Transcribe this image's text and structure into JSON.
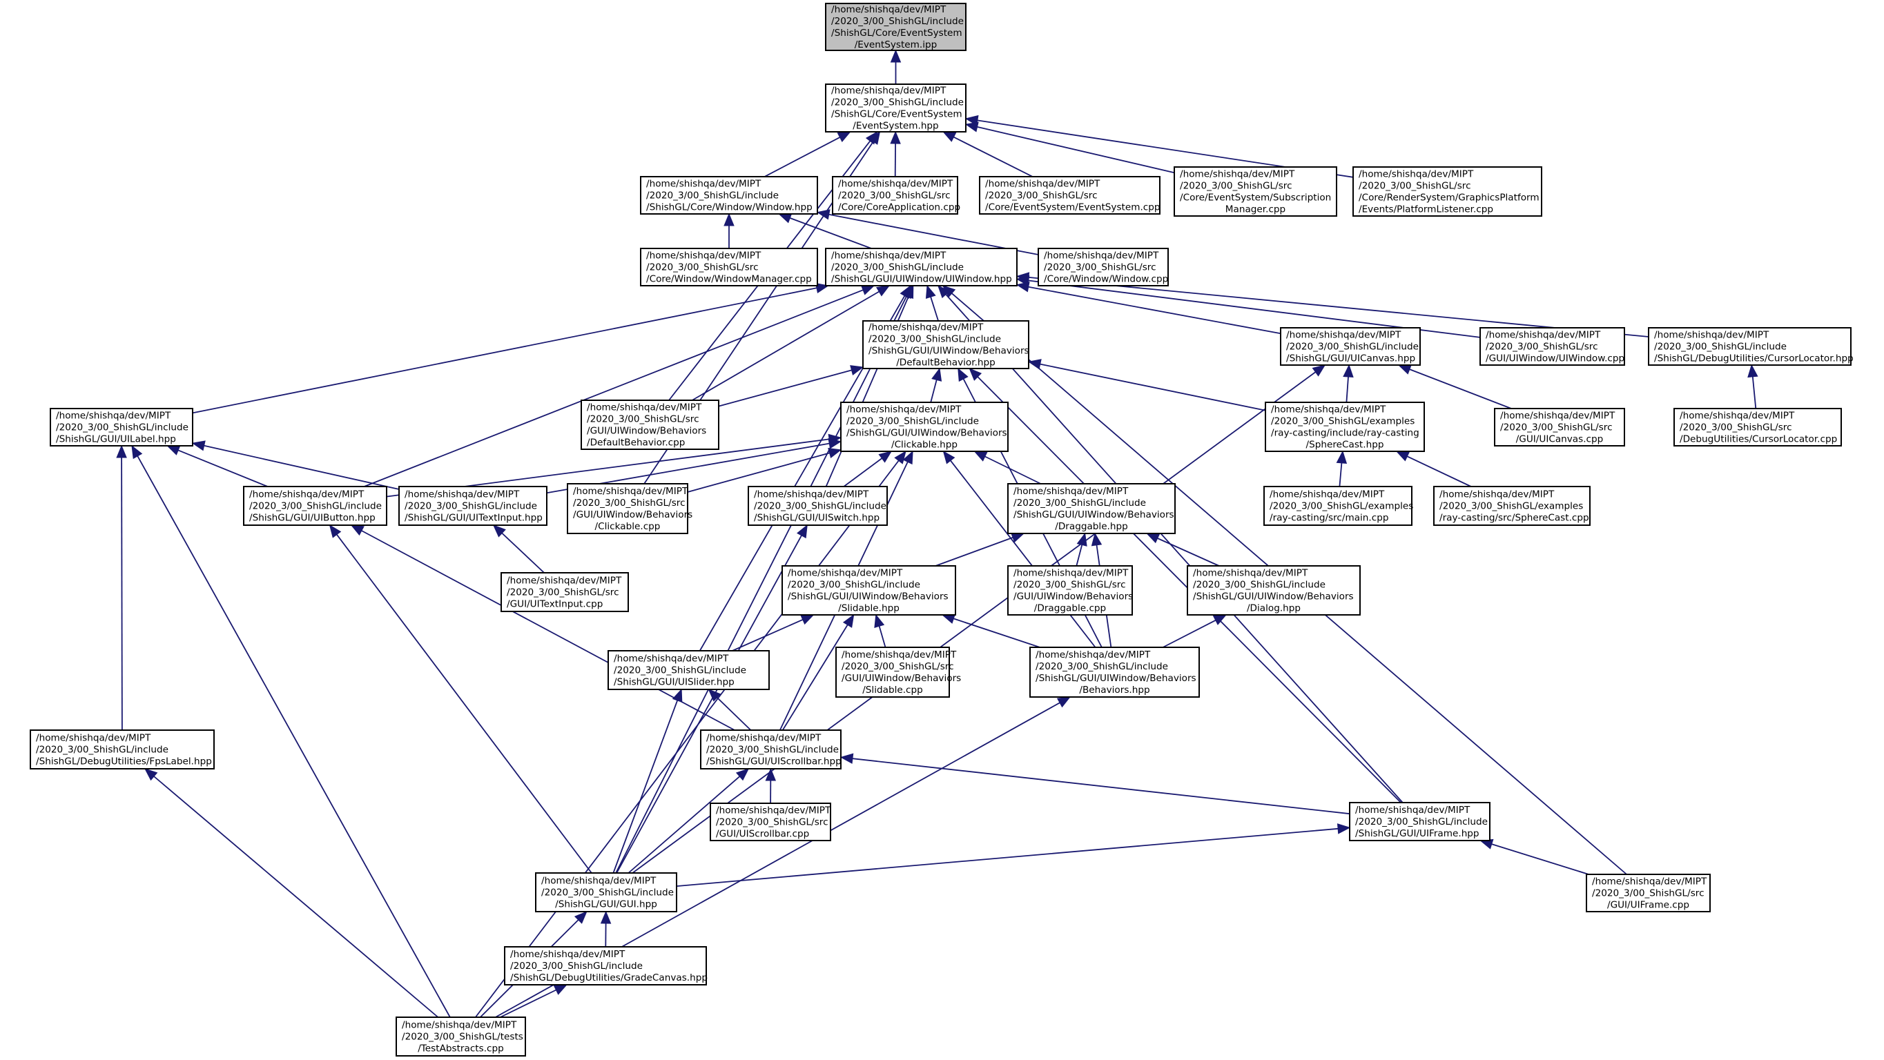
{
  "graph": {
    "title": "Include dependency graph for EventSystem.ipp",
    "kind": "included-by graph",
    "colors": {
      "edge": "#191970",
      "node_border": "#000000",
      "node_fill": "#ffffff",
      "focus_fill": "#bfbfbf"
    },
    "nodes": [
      {
        "id": "es_ipp",
        "focus": true,
        "lines": [
          "/home/shishqa/dev/MIPT",
          "/2020_3/00_ShishGL/include",
          "/ShishGL/Core/EventSystem",
          "/EventSystem.ipp"
        ]
      },
      {
        "id": "es_hpp",
        "lines": [
          "/home/shishqa/dev/MIPT",
          "/2020_3/00_ShishGL/include",
          "/ShishGL/Core/EventSystem",
          "/EventSystem.hpp"
        ]
      },
      {
        "id": "window_hpp",
        "lines": [
          "/home/shishqa/dev/MIPT",
          "/2020_3/00_ShishGL/include",
          "/ShishGL/Core/Window/Window.hpp"
        ]
      },
      {
        "id": "coreapp_cpp",
        "lines": [
          "/home/shishqa/dev/MIPT",
          "/2020_3/00_ShishGL/src",
          "/Core/CoreApplication.cpp"
        ]
      },
      {
        "id": "es_cpp",
        "lines": [
          "/home/shishqa/dev/MIPT",
          "/2020_3/00_ShishGL/src",
          "/Core/EventSystem/EventSystem.cpp"
        ]
      },
      {
        "id": "submgr_cpp",
        "lines": [
          "/home/shishqa/dev/MIPT",
          "/2020_3/00_ShishGL/src",
          "/Core/EventSystem/Subscription",
          "Manager.cpp"
        ]
      },
      {
        "id": "platlist_cpp",
        "lines": [
          "/home/shishqa/dev/MIPT",
          "/2020_3/00_ShishGL/src",
          "/Core/RenderSystem/GraphicsPlatform",
          "/Events/PlatformListener.cpp"
        ]
      },
      {
        "id": "winmgr_cpp",
        "lines": [
          "/home/shishqa/dev/MIPT",
          "/2020_3/00_ShishGL/src",
          "/Core/Window/WindowManager.cpp"
        ]
      },
      {
        "id": "uiwindow_hpp",
        "lines": [
          "/home/shishqa/dev/MIPT",
          "/2020_3/00_ShishGL/include",
          "/ShishGL/GUI/UIWindow/UIWindow.hpp"
        ]
      },
      {
        "id": "window_cpp",
        "lines": [
          "/home/shishqa/dev/MIPT",
          "/2020_3/00_ShishGL/src",
          "/Core/Window/Window.cpp"
        ]
      },
      {
        "id": "defbeh_hpp",
        "lines": [
          "/home/shishqa/dev/MIPT",
          "/2020_3/00_ShishGL/include",
          "/ShishGL/GUI/UIWindow/Behaviors",
          "/DefaultBehavior.hpp"
        ]
      },
      {
        "id": "uicanvas_hpp",
        "lines": [
          "/home/shishqa/dev/MIPT",
          "/2020_3/00_ShishGL/include",
          "/ShishGL/GUI/UICanvas.hpp"
        ]
      },
      {
        "id": "uiwindow_cpp",
        "lines": [
          "/home/shishqa/dev/MIPT",
          "/2020_3/00_ShishGL/src",
          "/GUI/UIWindow/UIWindow.cpp"
        ]
      },
      {
        "id": "cursorloc_hpp",
        "lines": [
          "/home/shishqa/dev/MIPT",
          "/2020_3/00_ShishGL/include",
          "/ShishGL/DebugUtilities/CursorLocator.hpp"
        ]
      },
      {
        "id": "uilabel_hpp",
        "lines": [
          "/home/shishqa/dev/MIPT",
          "/2020_3/00_ShishGL/include",
          "/ShishGL/GUI/UILabel.hpp"
        ]
      },
      {
        "id": "defbeh_cpp",
        "lines": [
          "/home/shishqa/dev/MIPT",
          "/2020_3/00_ShishGL/src",
          "/GUI/UIWindow/Behaviors",
          "/DefaultBehavior.cpp"
        ]
      },
      {
        "id": "clickable_hpp",
        "lines": [
          "/home/shishqa/dev/MIPT",
          "/2020_3/00_ShishGL/include",
          "/ShishGL/GUI/UIWindow/Behaviors",
          "/Clickable.hpp"
        ]
      },
      {
        "id": "spherecast_hpp",
        "lines": [
          "/home/shishqa/dev/MIPT",
          "/2020_3/00_ShishGL/examples",
          "/ray-casting/include/ray-casting",
          "/SphereCast.hpp"
        ]
      },
      {
        "id": "uicanvas_cpp",
        "lines": [
          "/home/shishqa/dev/MIPT",
          "/2020_3/00_ShishGL/src",
          "/GUI/UICanvas.cpp"
        ]
      },
      {
        "id": "cursorloc_cpp",
        "lines": [
          "/home/shishqa/dev/MIPT",
          "/2020_3/00_ShishGL/src",
          "/DebugUtilities/CursorLocator.cpp"
        ]
      },
      {
        "id": "uibutton_hpp",
        "lines": [
          "/home/shishqa/dev/MIPT",
          "/2020_3/00_ShishGL/include",
          "/ShishGL/GUI/UIButton.hpp"
        ]
      },
      {
        "id": "uitextinput_hpp",
        "lines": [
          "/home/shishqa/dev/MIPT",
          "/2020_3/00_ShishGL/include",
          "/ShishGL/GUI/UITextInput.hpp"
        ]
      },
      {
        "id": "clickable_cpp",
        "lines": [
          "/home/shishqa/dev/MIPT",
          "/2020_3/00_ShishGL/src",
          "/GUI/UIWindow/Behaviors",
          "/Clickable.cpp"
        ]
      },
      {
        "id": "uiswitch_hpp",
        "lines": [
          "/home/shishqa/dev/MIPT",
          "/2020_3/00_ShishGL/include",
          "/ShishGL/GUI/UISwitch.hpp"
        ]
      },
      {
        "id": "draggable_hpp",
        "lines": [
          "/home/shishqa/dev/MIPT",
          "/2020_3/00_ShishGL/include",
          "/ShishGL/GUI/UIWindow/Behaviors",
          "/Draggable.hpp"
        ]
      },
      {
        "id": "main_cpp",
        "lines": [
          "/home/shishqa/dev/MIPT",
          "/2020_3/00_ShishGL/examples",
          "/ray-casting/src/main.cpp"
        ]
      },
      {
        "id": "spherecast_cpp",
        "lines": [
          "/home/shishqa/dev/MIPT",
          "/2020_3/00_ShishGL/examples",
          "/ray-casting/src/SphereCast.cpp"
        ]
      },
      {
        "id": "uitextinput_cpp",
        "lines": [
          "/home/shishqa/dev/MIPT",
          "/2020_3/00_ShishGL/src",
          "/GUI/UITextInput.cpp"
        ]
      },
      {
        "id": "slidable_hpp",
        "lines": [
          "/home/shishqa/dev/MIPT",
          "/2020_3/00_ShishGL/include",
          "/ShishGL/GUI/UIWindow/Behaviors",
          "/Slidable.hpp"
        ]
      },
      {
        "id": "draggable_cpp",
        "lines": [
          "/home/shishqa/dev/MIPT",
          "/2020_3/00_ShishGL/src",
          "/GUI/UIWindow/Behaviors",
          "/Draggable.cpp"
        ]
      },
      {
        "id": "dialog_hpp",
        "lines": [
          "/home/shishqa/dev/MIPT",
          "/2020_3/00_ShishGL/include",
          "/ShishGL/GUI/UIWindow/Behaviors",
          "/Dialog.hpp"
        ]
      },
      {
        "id": "uislider_hpp",
        "lines": [
          "/home/shishqa/dev/MIPT",
          "/2020_3/00_ShishGL/include",
          "/ShishGL/GUI/UISlider.hpp"
        ]
      },
      {
        "id": "slidable_cpp",
        "lines": [
          "/home/shishqa/dev/MIPT",
          "/2020_3/00_ShishGL/src",
          "/GUI/UIWindow/Behaviors",
          "/Slidable.cpp"
        ]
      },
      {
        "id": "behaviors_hpp",
        "lines": [
          "/home/shishqa/dev/MIPT",
          "/2020_3/00_ShishGL/include",
          "/ShishGL/GUI/UIWindow/Behaviors",
          "/Behaviors.hpp"
        ]
      },
      {
        "id": "fpslabel_hpp",
        "lines": [
          "/home/shishqa/dev/MIPT",
          "/2020_3/00_ShishGL/include",
          "/ShishGL/DebugUtilities/FpsLabel.hpp"
        ]
      },
      {
        "id": "uiscrollbar_hpp",
        "lines": [
          "/home/shishqa/dev/MIPT",
          "/2020_3/00_ShishGL/include",
          "/ShishGL/GUI/UIScrollbar.hpp"
        ]
      },
      {
        "id": "uiframe_hpp",
        "lines": [
          "/home/shishqa/dev/MIPT",
          "/2020_3/00_ShishGL/include",
          "/ShishGL/GUI/UIFrame.hpp"
        ]
      },
      {
        "id": "uiscrollbar_cpp",
        "lines": [
          "/home/shishqa/dev/MIPT",
          "/2020_3/00_ShishGL/src",
          "/GUI/UIScrollbar.cpp"
        ]
      },
      {
        "id": "gui_hpp",
        "lines": [
          "/home/shishqa/dev/MIPT",
          "/2020_3/00_ShishGL/include",
          "/ShishGL/GUI/GUI.hpp"
        ]
      },
      {
        "id": "uiframe_cpp",
        "lines": [
          "/home/shishqa/dev/MIPT",
          "/2020_3/00_ShishGL/src",
          "/GUI/UIFrame.cpp"
        ]
      },
      {
        "id": "gradecanvas_hpp",
        "lines": [
          "/home/shishqa/dev/MIPT",
          "/2020_3/00_ShishGL/include",
          "/ShishGL/DebugUtilities/GradeCanvas.hpp"
        ]
      },
      {
        "id": "testabstracts_cpp",
        "lines": [
          "/home/shishqa/dev/MIPT",
          "/2020_3/00_ShishGL/tests",
          "/TestAbstracts.cpp"
        ]
      }
    ],
    "edges": [
      [
        "es_hpp",
        "es_ipp"
      ],
      [
        "window_hpp",
        "es_hpp"
      ],
      [
        "coreapp_cpp",
        "es_hpp"
      ],
      [
        "es_cpp",
        "es_hpp"
      ],
      [
        "submgr_cpp",
        "es_hpp"
      ],
      [
        "platlist_cpp",
        "es_hpp"
      ],
      [
        "defbeh_cpp",
        "es_hpp"
      ],
      [
        "clickable_cpp",
        "es_hpp"
      ],
      [
        "winmgr_cpp",
        "window_hpp"
      ],
      [
        "uiwindow_hpp",
        "window_hpp"
      ],
      [
        "window_cpp",
        "window_hpp"
      ],
      [
        "defbeh_hpp",
        "uiwindow_hpp"
      ],
      [
        "uicanvas_hpp",
        "uiwindow_hpp"
      ],
      [
        "uiwindow_cpp",
        "uiwindow_hpp"
      ],
      [
        "cursorloc_hpp",
        "uiwindow_hpp"
      ],
      [
        "uilabel_hpp",
        "uiwindow_hpp"
      ],
      [
        "defbeh_cpp",
        "uiwindow_hpp"
      ],
      [
        "uibutton_hpp",
        "uiwindow_hpp"
      ],
      [
        "uiswitch_hpp",
        "uiwindow_hpp"
      ],
      [
        "uislider_hpp",
        "uiwindow_hpp"
      ],
      [
        "gui_hpp",
        "uiwindow_hpp"
      ],
      [
        "uiframe_hpp",
        "uiwindow_hpp"
      ],
      [
        "uiframe_cpp",
        "uiwindow_hpp"
      ],
      [
        "defbeh_cpp",
        "defbeh_hpp"
      ],
      [
        "clickable_hpp",
        "defbeh_hpp"
      ],
      [
        "spherecast_hpp",
        "defbeh_hpp"
      ],
      [
        "behaviors_hpp",
        "defbeh_hpp"
      ],
      [
        "uiframe_hpp",
        "defbeh_hpp"
      ],
      [
        "spherecast_hpp",
        "uicanvas_hpp"
      ],
      [
        "uicanvas_cpp",
        "uicanvas_hpp"
      ],
      [
        "gui_hpp",
        "uicanvas_hpp"
      ],
      [
        "cursorloc_cpp",
        "cursorloc_hpp"
      ],
      [
        "main_cpp",
        "spherecast_hpp"
      ],
      [
        "spherecast_cpp",
        "spherecast_hpp"
      ],
      [
        "uibutton_hpp",
        "uilabel_hpp"
      ],
      [
        "uitextinput_hpp",
        "uilabel_hpp"
      ],
      [
        "fpslabel_hpp",
        "uilabel_hpp"
      ],
      [
        "testabstracts_cpp",
        "uilabel_hpp"
      ],
      [
        "uibutton_hpp",
        "clickable_hpp"
      ],
      [
        "uitextinput_hpp",
        "clickable_hpp"
      ],
      [
        "clickable_cpp",
        "clickable_hpp"
      ],
      [
        "uiswitch_hpp",
        "clickable_hpp"
      ],
      [
        "draggable_hpp",
        "clickable_hpp"
      ],
      [
        "uiscrollbar_hpp",
        "clickable_hpp"
      ],
      [
        "behaviors_hpp",
        "clickable_hpp"
      ],
      [
        "testabstracts_cpp",
        "clickable_hpp"
      ],
      [
        "gui_hpp",
        "uibutton_hpp"
      ],
      [
        "uiscrollbar_hpp",
        "uibutton_hpp"
      ],
      [
        "uitextinput_cpp",
        "uitextinput_hpp"
      ],
      [
        "gui_hpp",
        "uiswitch_hpp"
      ],
      [
        "slidable_hpp",
        "draggable_hpp"
      ],
      [
        "draggable_cpp",
        "draggable_hpp"
      ],
      [
        "dialog_hpp",
        "draggable_hpp"
      ],
      [
        "behaviors_hpp",
        "draggable_hpp"
      ],
      [
        "uislider_hpp",
        "slidable_hpp"
      ],
      [
        "slidable_cpp",
        "slidable_hpp"
      ],
      [
        "behaviors_hpp",
        "slidable_hpp"
      ],
      [
        "uiscrollbar_hpp",
        "slidable_hpp"
      ],
      [
        "behaviors_hpp",
        "dialog_hpp"
      ],
      [
        "uiscrollbar_hpp",
        "uislider_hpp"
      ],
      [
        "gui_hpp",
        "uislider_hpp"
      ],
      [
        "testabstracts_cpp",
        "behaviors_hpp"
      ],
      [
        "testabstracts_cpp",
        "fpslabel_hpp"
      ],
      [
        "uiscrollbar_cpp",
        "uiscrollbar_hpp"
      ],
      [
        "gui_hpp",
        "uiscrollbar_hpp"
      ],
      [
        "uiframe_hpp",
        "uiscrollbar_hpp"
      ],
      [
        "gui_hpp",
        "uiframe_hpp"
      ],
      [
        "uiframe_cpp",
        "uiframe_hpp"
      ],
      [
        "gradecanvas_hpp",
        "gui_hpp"
      ],
      [
        "testabstracts_cpp",
        "gui_hpp"
      ],
      [
        "testabstracts_cpp",
        "gradecanvas_hpp"
      ]
    ]
  }
}
